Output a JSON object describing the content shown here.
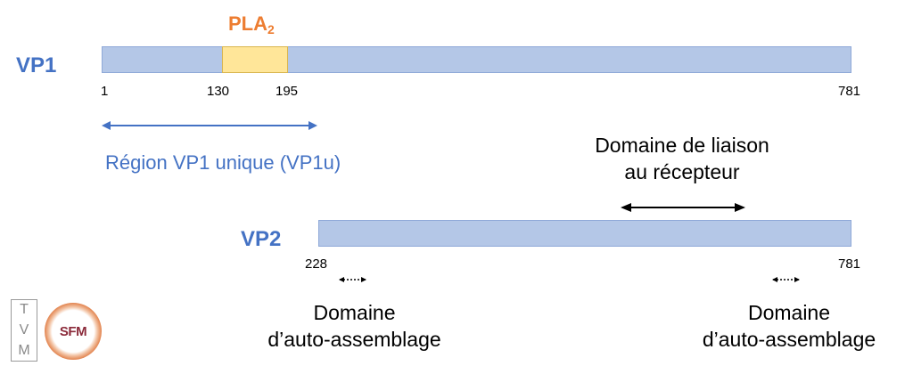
{
  "vp1": {
    "label": "VP1",
    "ticks": {
      "start": "1",
      "pla_start": "130",
      "pla_end": "195",
      "end": "781"
    },
    "pla": {
      "label": "PLA",
      "subscript": "2"
    },
    "unique_region": "Région VP1 unique (VP1u)"
  },
  "vp2": {
    "label": "VP2",
    "ticks": {
      "start": "228",
      "end": "781"
    }
  },
  "receptor_domain": {
    "line1": "Domaine de liaison",
    "line2": "au récepteur"
  },
  "assembly_domain_left": {
    "line1": "Domaine",
    "line2": "d’auto-assemblage"
  },
  "assembly_domain_right": {
    "line1": "Domaine",
    "line2": "d’auto-assemblage"
  },
  "logos": {
    "tvm": {
      "letters": [
        "T",
        "V",
        "M"
      ]
    },
    "sfm": {
      "text": "SFM"
    }
  },
  "colors": {
    "bar_fill": "#b4c7e7",
    "pla_fill": "#ffe699",
    "accent_blue": "#4472c4",
    "accent_orange": "#ed7d31"
  }
}
